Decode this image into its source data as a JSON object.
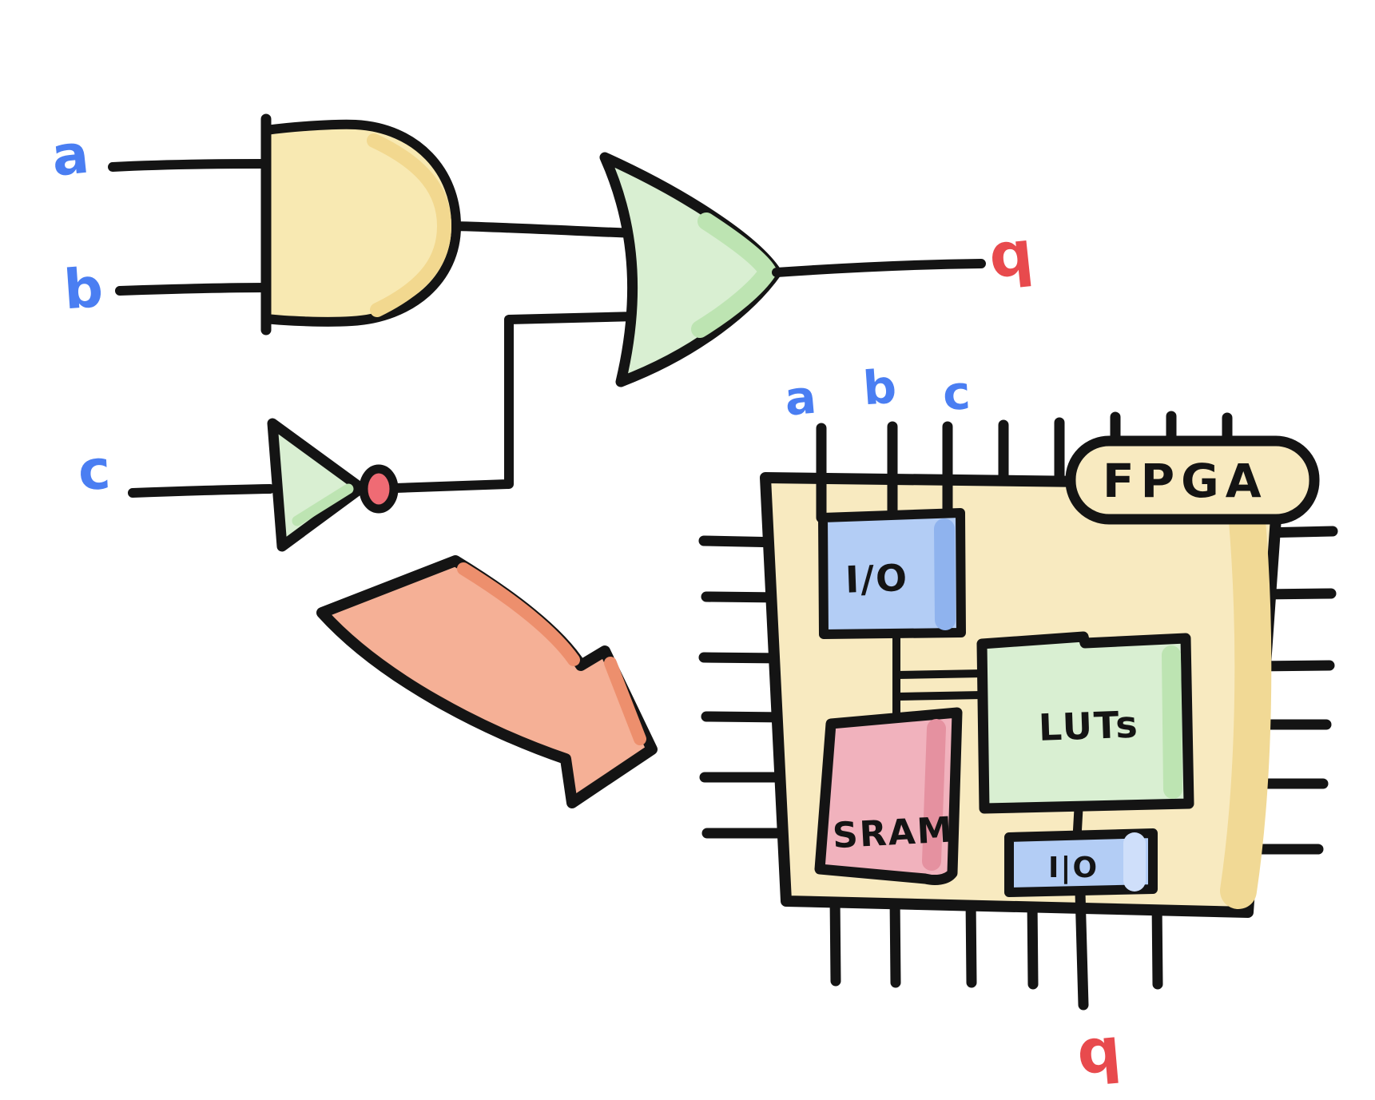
{
  "circuit": {
    "input_a": "a",
    "input_b": "b",
    "input_c": "c",
    "output_q": "q"
  },
  "fpga": {
    "tag": "FPGA",
    "pin_a": "a",
    "pin_b": "b",
    "pin_c": "c",
    "block_io_top": "I/O",
    "block_luts": "LUTs",
    "block_sram": "SRAM",
    "block_io_bottom": "I|O",
    "output_q": "q"
  },
  "colors": {
    "outline": "#141414",
    "label_blue": "#4a7ef2",
    "label_red": "#e84a4d",
    "gate_yellow": "#f8e9b2",
    "gate_yellow_shade": "#f2d88f",
    "gate_green": "#d9efd2",
    "gate_green_shade": "#bde4b2",
    "not_bubble": "#ef6b74",
    "arrow_salmon": "#f5b096",
    "arrow_salmon_shade": "#ed8f6d",
    "chip_yellow": "#f8eac0",
    "chip_yellow_shade": "#f1d995",
    "io_blue": "#b3cdf5",
    "io_blue_shade": "#8fb3ee",
    "io_blue_light": "#cfdffa",
    "sram_pink": "#f1b2bd",
    "sram_pink_shade": "#e591a0"
  }
}
